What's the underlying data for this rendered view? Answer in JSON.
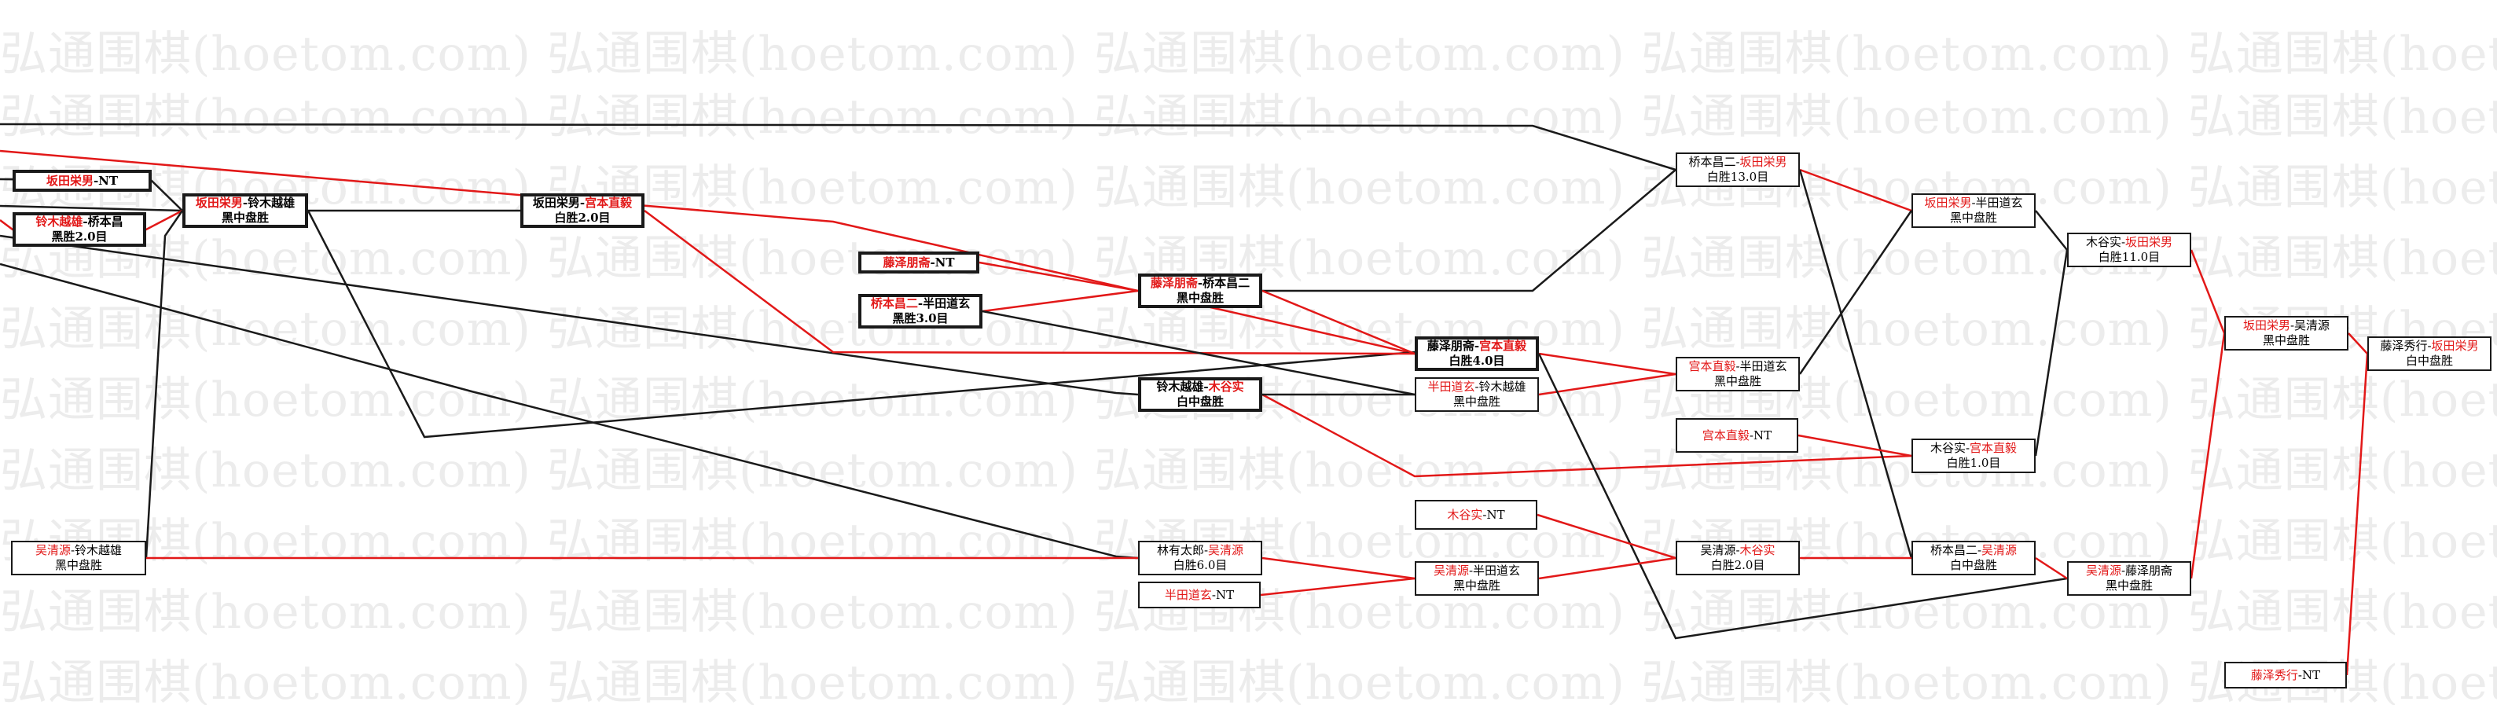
{
  "watermark": "弘通围棋(hoetom.com)",
  "colors": {
    "black_line": "#1a1a1a",
    "red_line": "#e21818",
    "red_text": "#e21818"
  },
  "nodes": [
    {
      "id": "n1",
      "bold": true,
      "l1": [
        {
          "t": "坂田栄男",
          "c": "red"
        },
        {
          "t": "-NT",
          "c": "black"
        }
      ],
      "l2": ""
    },
    {
      "id": "n2",
      "bold": true,
      "l1": [
        {
          "t": "铃木越雄",
          "c": "red"
        },
        {
          "t": "-桥本昌",
          "c": "black"
        }
      ],
      "l2": "黑胜2.0目"
    },
    {
      "id": "n3",
      "bold": true,
      "l1": [
        {
          "t": "坂田栄男",
          "c": "red"
        },
        {
          "t": "-铃木越雄",
          "c": "black"
        }
      ],
      "l2": "黑中盘胜"
    },
    {
      "id": "n4",
      "bold": true,
      "l1": [
        {
          "t": "坂田栄男-",
          "c": "black"
        },
        {
          "t": "宫本直毅",
          "c": "red"
        }
      ],
      "l2": "白胜2.0目"
    },
    {
      "id": "n5",
      "bold": false,
      "l1": [
        {
          "t": "吴清源",
          "c": "red"
        },
        {
          "t": "-铃木越雄",
          "c": "black"
        }
      ],
      "l2": "黑中盘胜"
    },
    {
      "id": "n6",
      "bold": true,
      "l1": [
        {
          "t": "藤泽朋斋",
          "c": "red"
        },
        {
          "t": "-NT",
          "c": "black"
        }
      ],
      "l2": ""
    },
    {
      "id": "n7",
      "bold": true,
      "l1": [
        {
          "t": "桥本昌二",
          "c": "red"
        },
        {
          "t": "-半田道玄",
          "c": "black"
        }
      ],
      "l2": "黑胜3.0目"
    },
    {
      "id": "n8",
      "bold": true,
      "l1": [
        {
          "t": "藤泽朋斋",
          "c": "red"
        },
        {
          "t": "-桥本昌二",
          "c": "black"
        }
      ],
      "l2": "黑中盘胜"
    },
    {
      "id": "n9",
      "bold": true,
      "l1": [
        {
          "t": "铃木越雄-",
          "c": "black"
        },
        {
          "t": "木谷实",
          "c": "red"
        }
      ],
      "l2": "白中盘胜"
    },
    {
      "id": "n10",
      "bold": false,
      "l1": [
        {
          "t": "林有太郎-",
          "c": "black"
        },
        {
          "t": "吴清源",
          "c": "red"
        }
      ],
      "l2": "白胜6.0目"
    },
    {
      "id": "n11",
      "bold": false,
      "l1": [
        {
          "t": "半田道玄",
          "c": "red"
        },
        {
          "t": "-NT",
          "c": "black"
        }
      ],
      "l2": ""
    },
    {
      "id": "n12",
      "bold": true,
      "l1": [
        {
          "t": "藤泽朋斋-",
          "c": "black"
        },
        {
          "t": "宫本直毅",
          "c": "red"
        }
      ],
      "l2": "白胜4.0目"
    },
    {
      "id": "n13",
      "bold": false,
      "l1": [
        {
          "t": "半田道玄",
          "c": "red"
        },
        {
          "t": "-铃木越雄",
          "c": "black"
        }
      ],
      "l2": "黑中盘胜"
    },
    {
      "id": "n14",
      "bold": false,
      "l1": [
        {
          "t": "木谷实",
          "c": "red"
        },
        {
          "t": "-NT",
          "c": "black"
        }
      ],
      "l2": ""
    },
    {
      "id": "n15",
      "bold": false,
      "l1": [
        {
          "t": "吴清源",
          "c": "red"
        },
        {
          "t": "-半田道玄",
          "c": "black"
        }
      ],
      "l2": "黑中盘胜"
    },
    {
      "id": "n16",
      "bold": false,
      "l1": [
        {
          "t": "桥本昌二-",
          "c": "black"
        },
        {
          "t": "坂田栄男",
          "c": "red"
        }
      ],
      "l2": "白胜13.0目"
    },
    {
      "id": "n17",
      "bold": false,
      "l1": [
        {
          "t": "宫本直毅",
          "c": "red"
        },
        {
          "t": "-半田道玄",
          "c": "black"
        }
      ],
      "l2": "黑中盘胜"
    },
    {
      "id": "n18",
      "bold": false,
      "l1": [
        {
          "t": "宫本直毅",
          "c": "red"
        },
        {
          "t": "-NT",
          "c": "black"
        }
      ],
      "l2": ""
    },
    {
      "id": "n19",
      "bold": false,
      "l1": [
        {
          "t": "吴清源-",
          "c": "black"
        },
        {
          "t": "木谷实",
          "c": "red"
        }
      ],
      "l2": "白胜2.0目"
    },
    {
      "id": "n20",
      "bold": false,
      "l1": [
        {
          "t": "坂田栄男",
          "c": "red"
        },
        {
          "t": "-半田道玄",
          "c": "black"
        }
      ],
      "l2": "黑中盘胜"
    },
    {
      "id": "n21",
      "bold": false,
      "l1": [
        {
          "t": "木谷实-",
          "c": "black"
        },
        {
          "t": "宫本直毅",
          "c": "red"
        }
      ],
      "l2": "白胜1.0目"
    },
    {
      "id": "n22",
      "bold": false,
      "l1": [
        {
          "t": "桥本昌二-",
          "c": "black"
        },
        {
          "t": "吴清源",
          "c": "red"
        }
      ],
      "l2": "白中盘胜"
    },
    {
      "id": "n23",
      "bold": false,
      "l1": [
        {
          "t": "木谷实-",
          "c": "black"
        },
        {
          "t": "坂田栄男",
          "c": "red"
        }
      ],
      "l2": "白胜11.0目"
    },
    {
      "id": "n24",
      "bold": false,
      "l1": [
        {
          "t": "吴清源",
          "c": "red"
        },
        {
          "t": "-藤泽朋斋",
          "c": "black"
        }
      ],
      "l2": "黑中盘胜"
    },
    {
      "id": "n25",
      "bold": false,
      "l1": [
        {
          "t": "坂田栄男",
          "c": "red"
        },
        {
          "t": "-吴清源",
          "c": "black"
        }
      ],
      "l2": "黑中盘胜"
    },
    {
      "id": "n26",
      "bold": false,
      "l1": [
        {
          "t": "藤泽秀行",
          "c": "red"
        },
        {
          "t": "-NT",
          "c": "black"
        }
      ],
      "l2": ""
    },
    {
      "id": "n27",
      "bold": false,
      "l1": [
        {
          "t": "藤泽秀行-",
          "c": "black"
        },
        {
          "t": "坂田栄男",
          "c": "red"
        }
      ],
      "l2": "白中盘胜"
    }
  ]
}
